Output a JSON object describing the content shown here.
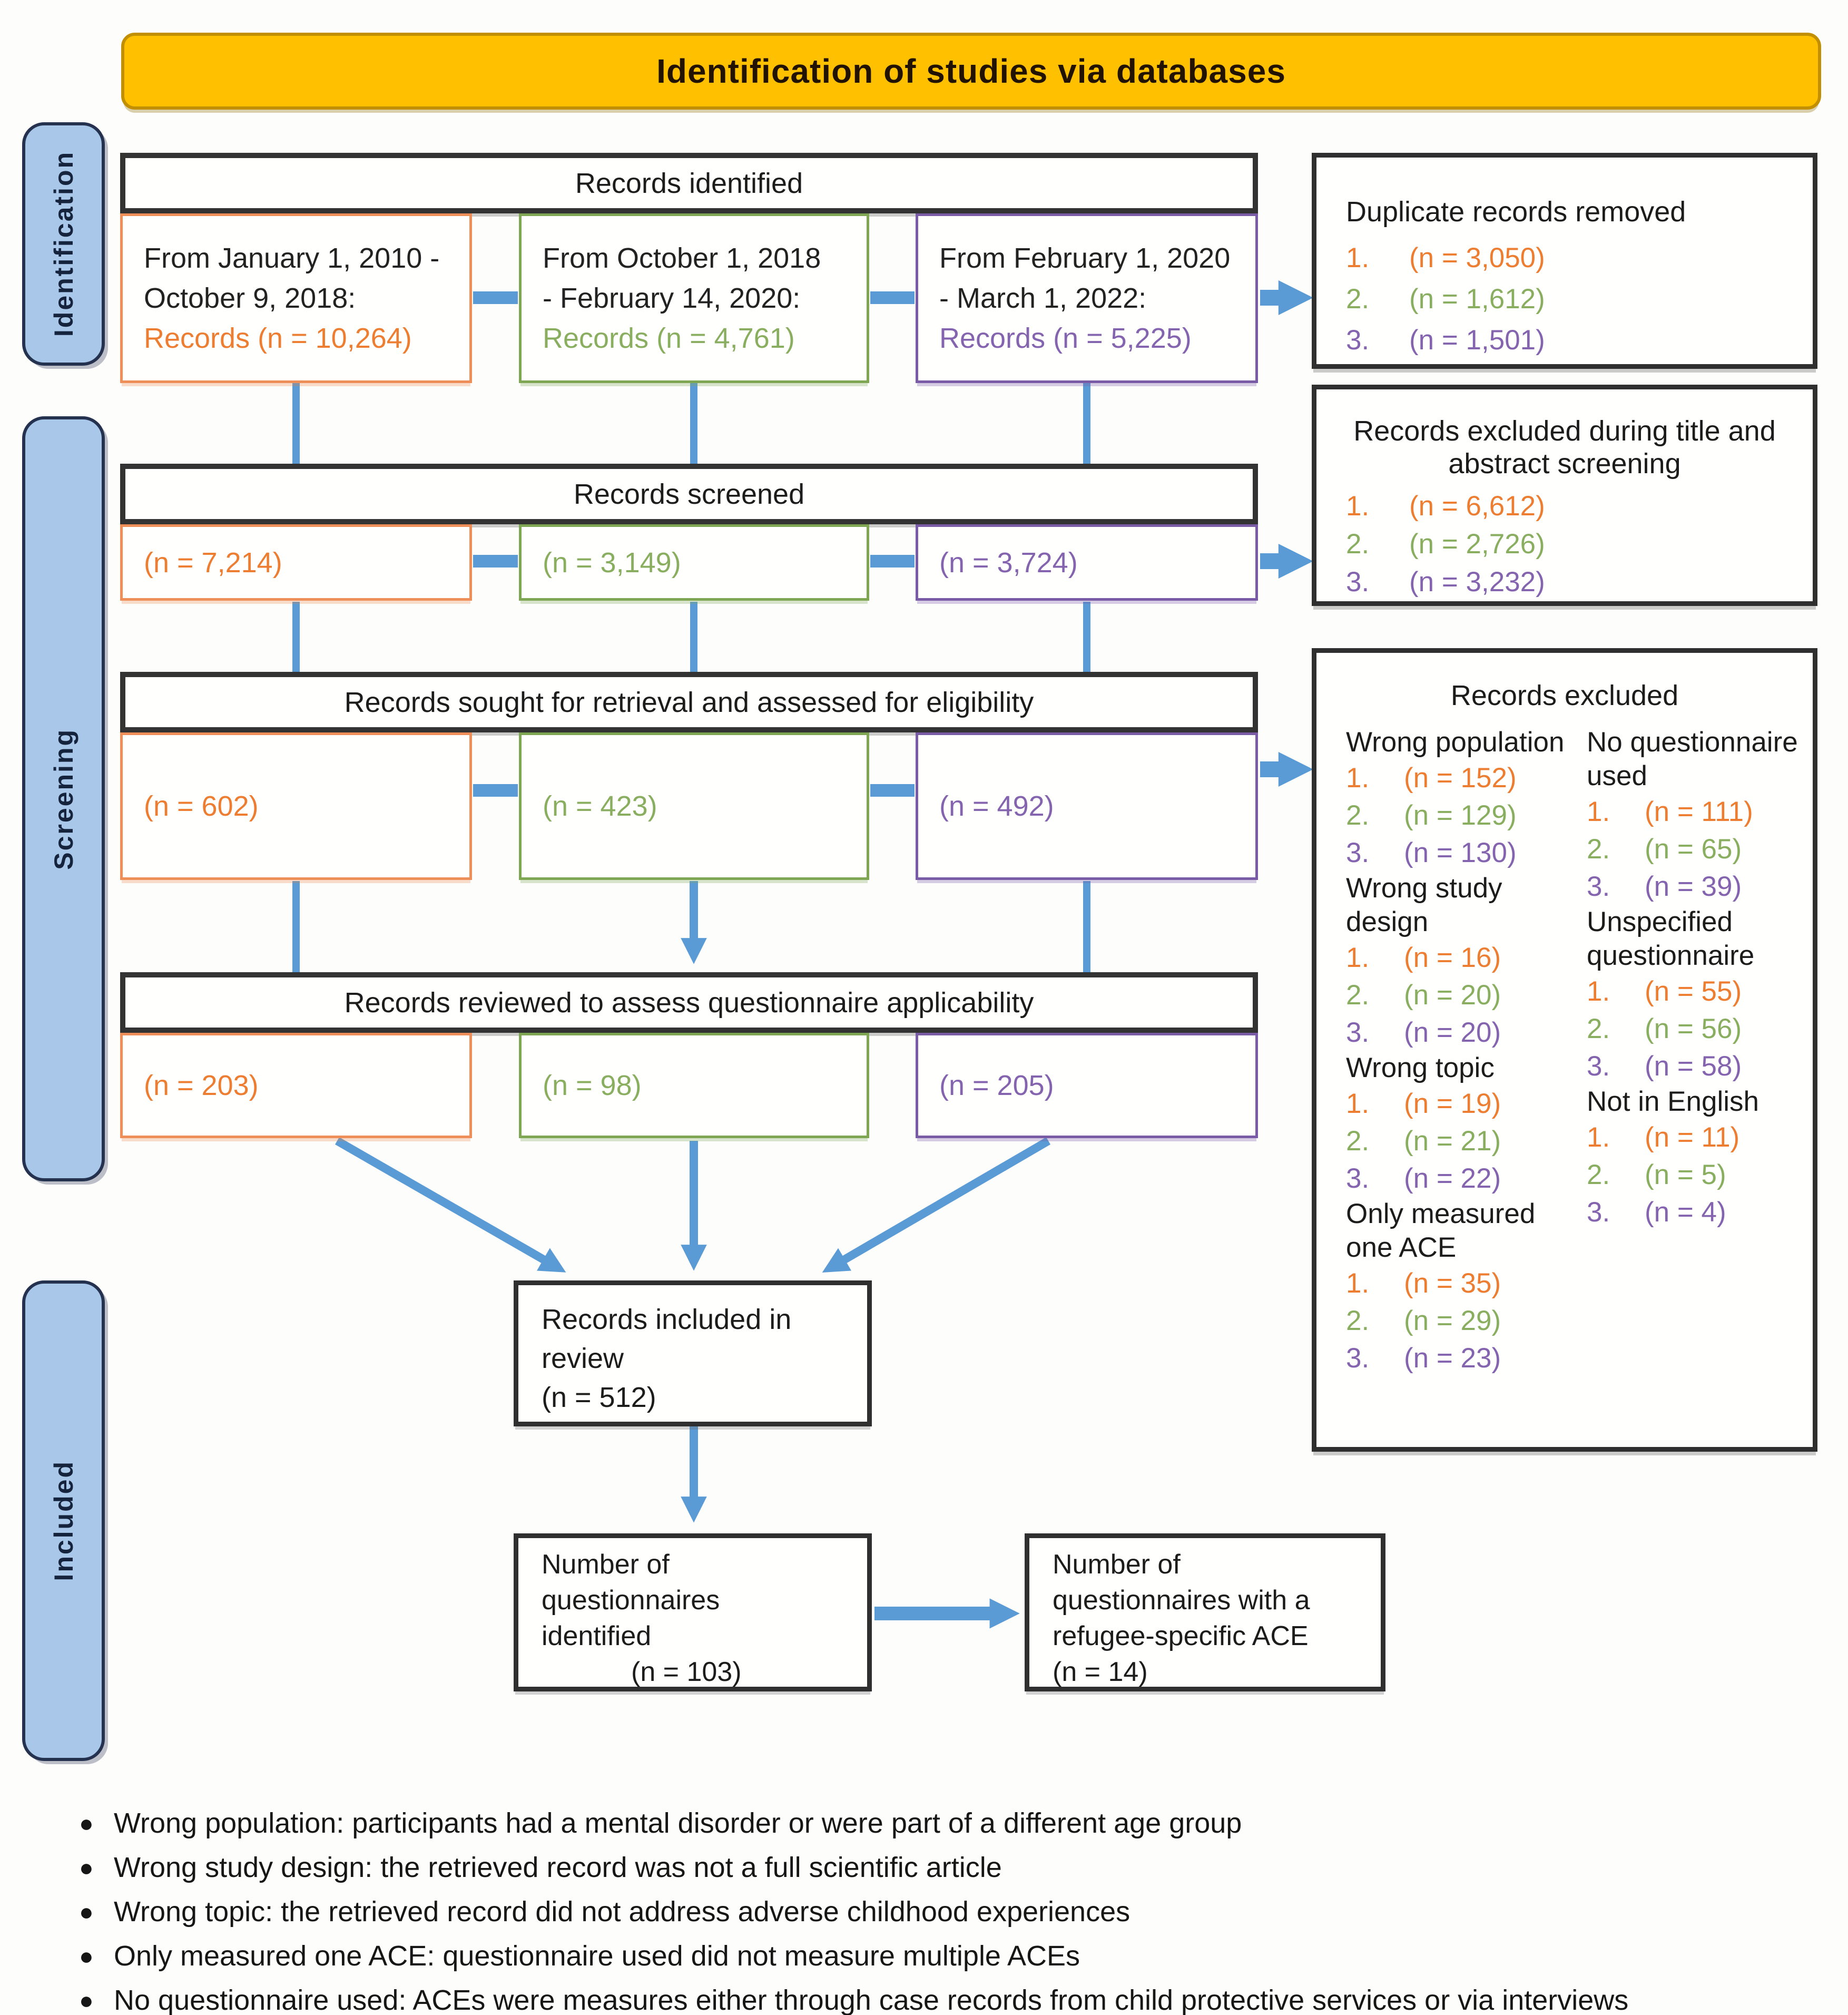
{
  "banner": {
    "title": "Identification of studies via databases"
  },
  "sidebar": {
    "identification": "Identification",
    "screening": "Screening",
    "included": "Included"
  },
  "colors": {
    "orange": "#ED7D31",
    "green": "#8AAE60",
    "purple": "#8464AE",
    "blue": "#5B9BD5",
    "banner": "#FFC000"
  },
  "row1": {
    "header": "Records identified",
    "box1": {
      "line1": "From January 1, 2010 -",
      "line2": "October 9, 2018:",
      "value": "Records (n = 10,264)"
    },
    "box2": {
      "line1": "From October 1, 2018",
      "line2": "- February 14, 2020:",
      "value": "Records (n = 4,761)"
    },
    "box3": {
      "line1": "From February 1, 2020",
      "line2": "- March 1, 2022:",
      "value": "Records (n = 5,225)"
    }
  },
  "row2": {
    "header": "Records screened",
    "box1": "(n = 7,214)",
    "box2": "(n = 3,149)",
    "box3": "(n = 3,724)"
  },
  "row3": {
    "header": "Records sought for retrieval and assessed for eligibility",
    "box1": "(n = 602)",
    "box2": "(n = 423)",
    "box3": "(n = 492)"
  },
  "row4": {
    "header": "Records reviewed to assess questionnaire applicability",
    "box1": "(n = 203)",
    "box2": "(n = 98)",
    "box3": "(n = 205)"
  },
  "duplicates": {
    "title": "Duplicate records removed",
    "items": [
      {
        "num": "1.",
        "value": "(n = 3,050)"
      },
      {
        "num": "2.",
        "value": "(n = 1,612)"
      },
      {
        "num": "3.",
        "value": "(n = 1,501)"
      }
    ]
  },
  "title_abstract": {
    "title1": "Records excluded during title and",
    "title2": "abstract screening",
    "items": [
      {
        "num": "1.",
        "value": "(n = 6,612)"
      },
      {
        "num": "2.",
        "value": "(n = 2,726)"
      },
      {
        "num": "3.",
        "value": "(n = 3,232)"
      }
    ]
  },
  "records_excluded": {
    "title": "Records excluded",
    "groups_left": [
      {
        "heading": "Wrong population",
        "items": [
          {
            "num": "1.",
            "value": "(n = 152)"
          },
          {
            "num": "2.",
            "value": "(n = 129)"
          },
          {
            "num": "3.",
            "value": "(n = 130)"
          }
        ]
      },
      {
        "heading": "Wrong study design",
        "items": [
          {
            "num": "1.",
            "value": "(n = 16)"
          },
          {
            "num": "2.",
            "value": "(n = 20)"
          },
          {
            "num": "3.",
            "value": "(n = 20)"
          }
        ]
      },
      {
        "heading": "Wrong topic",
        "items": [
          {
            "num": "1.",
            "value": "(n = 19)"
          },
          {
            "num": "2.",
            "value": "(n = 21)"
          },
          {
            "num": "3.",
            "value": "(n = 22)"
          }
        ]
      },
      {
        "heading": "Only measured one ACE",
        "items": [
          {
            "num": "1.",
            "value": "(n = 35)"
          },
          {
            "num": "2.",
            "value": "(n = 29)"
          },
          {
            "num": "3.",
            "value": "(n = 23)"
          }
        ]
      }
    ],
    "groups_right": [
      {
        "heading": "No questionnaire used",
        "items": [
          {
            "num": "1.",
            "value": "(n = 111)"
          },
          {
            "num": "2.",
            "value": "(n = 65)"
          },
          {
            "num": "3.",
            "value": "(n = 39)"
          }
        ]
      },
      {
        "heading": "Unspecified questionnaire",
        "items": [
          {
            "num": "1.",
            "value": "(n = 55)"
          },
          {
            "num": "2.",
            "value": "(n = 56)"
          },
          {
            "num": "3.",
            "value": "(n = 58)"
          }
        ]
      },
      {
        "heading": "Not in English",
        "items": [
          {
            "num": "1.",
            "value": "(n = 11)"
          },
          {
            "num": "2.",
            "value": "(n = 5)"
          },
          {
            "num": "3.",
            "value": "(n = 4)"
          }
        ]
      }
    ]
  },
  "included_review": {
    "line1": "Records included in",
    "line2": "review",
    "value": "(n = 512)"
  },
  "questionnaires_identified": {
    "line1": "Number of",
    "line2": "questionnaires",
    "line3": "identified",
    "value": "(n = 103)"
  },
  "refugee_ace": {
    "line1": "Number of",
    "line2": "questionnaires with a",
    "line3": "refugee-specific ACE",
    "value": "(n = 14)"
  },
  "footnotes": [
    "Wrong population: participants had a mental disorder or were part of a different age group",
    "Wrong study design: the retrieved record was not a full scientific article",
    "Wrong topic: the retrieved record did not address adverse childhood experiences",
    "Only measured one ACE: questionnaire used did not measure multiple ACEs",
    "No questionnaire used: ACEs were measures either through case records from child protective services or via interviews"
  ]
}
